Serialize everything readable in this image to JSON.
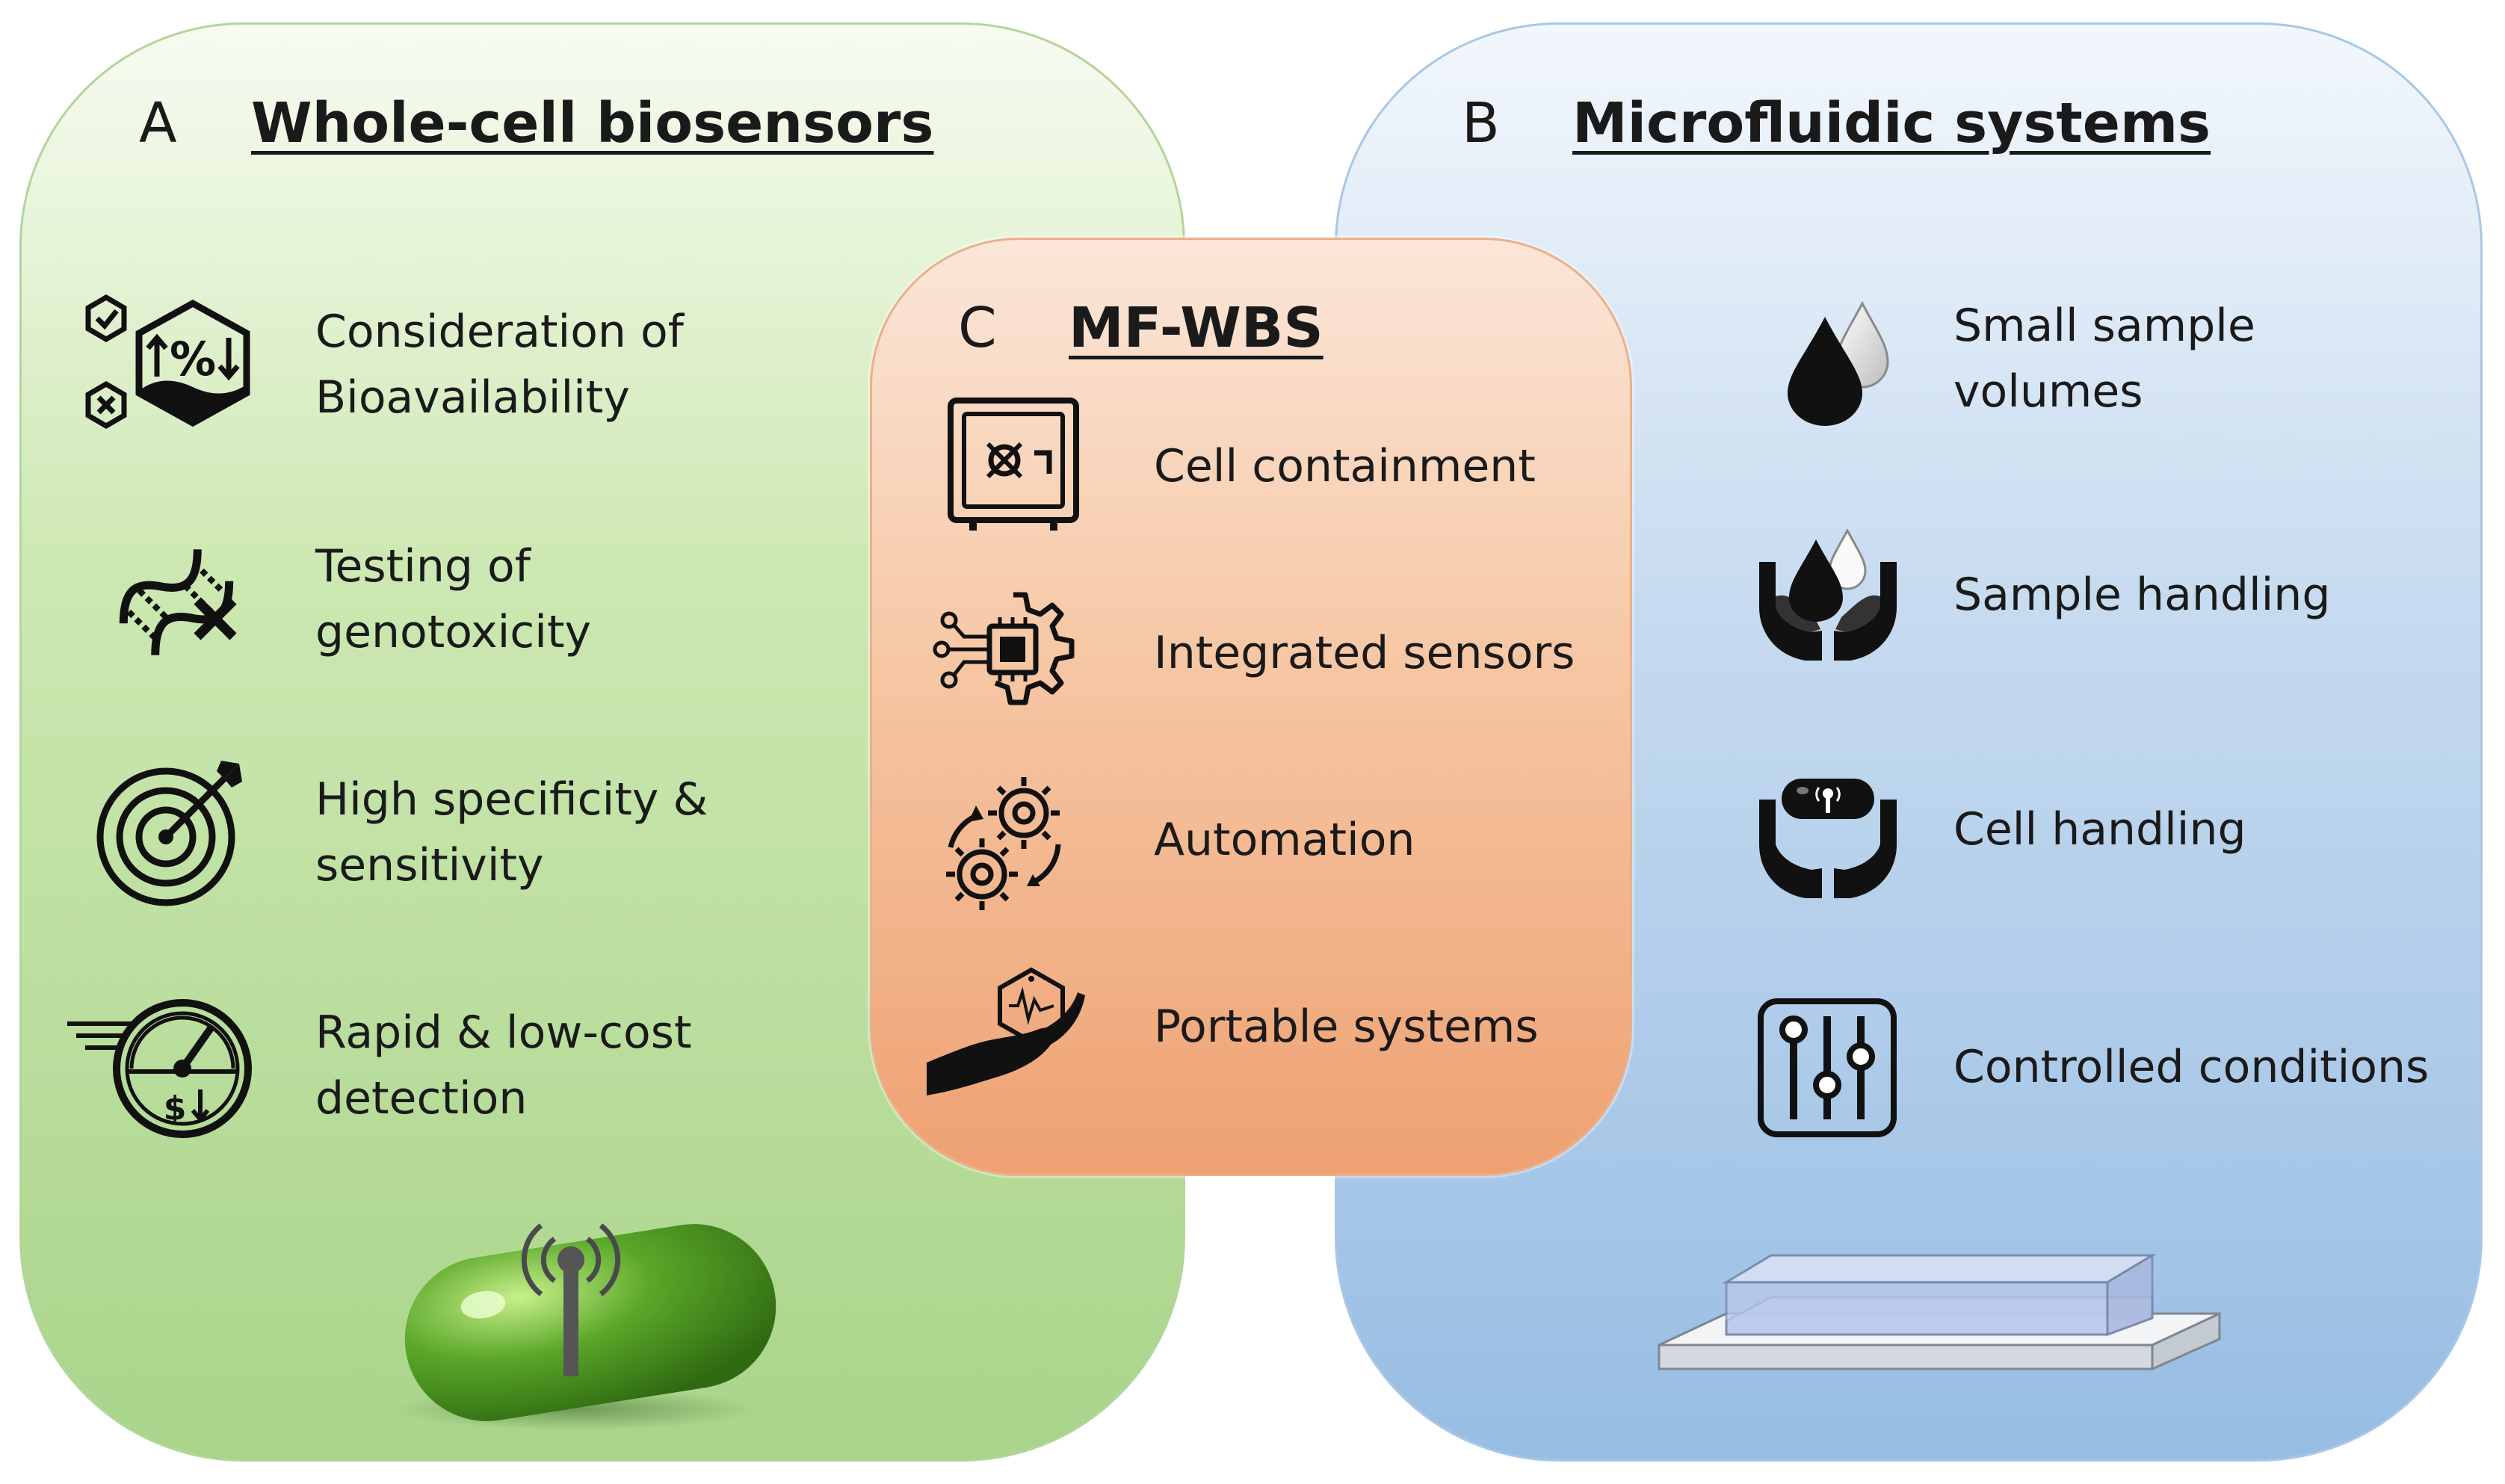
{
  "panels": {
    "a": {
      "letter": "A",
      "title": "Whole-cell biosensors",
      "items": [
        {
          "label_l1": "Consideration of",
          "label_l2": "Bioavailability",
          "icon": "bioavailability-icon"
        },
        {
          "label_l1": "Testing of",
          "label_l2": "genotoxicity",
          "icon": "dna-icon"
        },
        {
          "label_l1": "High specificity &",
          "label_l2": "sensitivity",
          "icon": "target-icon"
        },
        {
          "label_l1": "Rapid & low-cost",
          "label_l2": "detection",
          "icon": "speedometer-icon"
        }
      ],
      "illustration": "biosensor-capsule-icon"
    },
    "b": {
      "letter": "B",
      "title": "Microfluidic systems",
      "items": [
        {
          "label_l1": "Small sample",
          "label_l2": "volumes",
          "icon": "droplets-icon"
        },
        {
          "label_l1": "Sample handling",
          "icon": "hands-droplets-icon"
        },
        {
          "label_l1": "Cell handling",
          "icon": "hands-cell-icon"
        },
        {
          "label_l1": "Controlled conditions",
          "icon": "sliders-icon"
        }
      ],
      "illustration": "microfluidic-chip-icon"
    },
    "c": {
      "letter": "C",
      "title": "MF-WBS",
      "items": [
        {
          "label": "Cell containment",
          "icon": "safe-icon"
        },
        {
          "label": "Integrated sensors",
          "icon": "chip-gear-icon"
        },
        {
          "label": "Automation",
          "icon": "gears-icon"
        },
        {
          "label": "Portable systems",
          "icon": "hand-device-icon"
        }
      ]
    }
  },
  "colors": {
    "panel_a": "#b9dd9c",
    "panel_b": "#b2cfec",
    "panel_c": "#f3b68c",
    "capsule": "#5aa728"
  }
}
